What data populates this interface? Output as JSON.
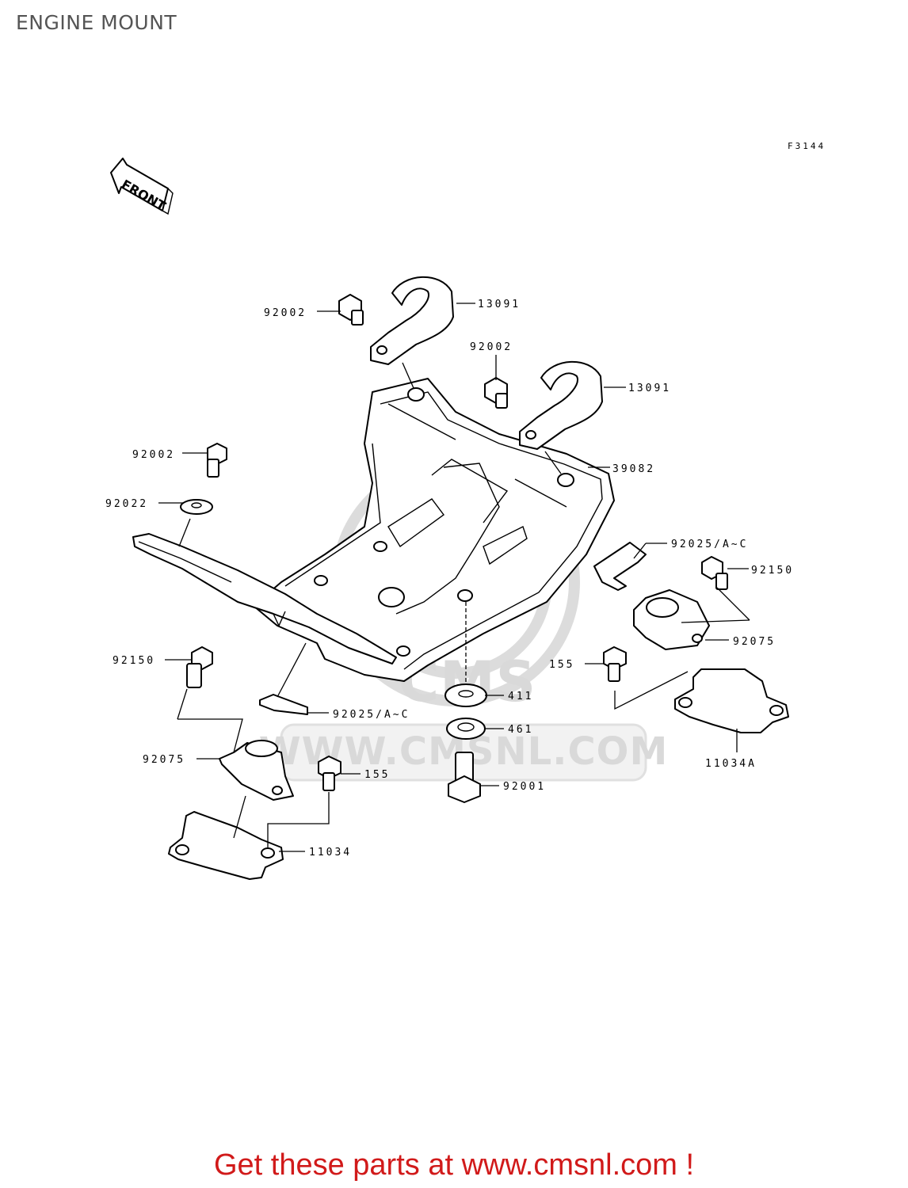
{
  "page": {
    "title": "ENGINE MOUNT",
    "figure_code": "F3144",
    "front_arrow_label": "FRONT",
    "watermark": {
      "logo_text": "CMS",
      "url_text": "WWW.CMSNL.COM"
    },
    "footer": "Get these parts at www.cmsnl.com !"
  },
  "labels": {
    "l13091a": "13091",
    "l92002a": "92002",
    "l92002b": "92002",
    "l13091b": "13091",
    "l39082": "39082",
    "l92002c": "92002",
    "l92022": "92022",
    "l92025a": "92025/A~C",
    "l92150a": "92150",
    "l92075a": "92075",
    "l155a": "155",
    "l92150b": "92150",
    "l411": "411",
    "l461": "461",
    "l92025b": "92025/A~C",
    "l11034a": "11034A",
    "l92075b": "92075",
    "l155b": "155",
    "l92001": "92001",
    "l11034": "11034"
  }
}
